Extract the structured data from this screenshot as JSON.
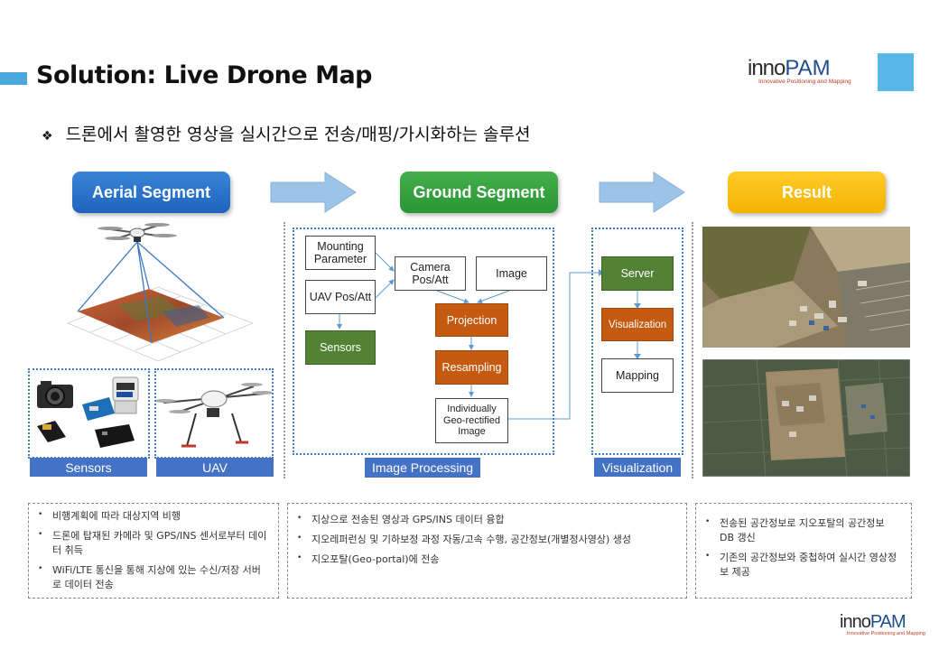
{
  "header": {
    "title": "Solution: Live Drone Map",
    "subtitle": "드론에서 촬영한 영상을 실시간으로 전송/매핑/가시화하는 솔루션",
    "logo_inno": "inno",
    "logo_pam": "PAM",
    "logo_tagline": "Innovative Positioning and Mapping"
  },
  "segments": {
    "aerial": "Aerial Segment",
    "ground": "Ground Segment",
    "result": "Result"
  },
  "captions": {
    "sensors": "Sensors",
    "uav": "UAV",
    "image_processing": "Image Processing",
    "visualization": "Visualization"
  },
  "image_processing": {
    "mounting": "Mounting Parameter",
    "uav_pos": "UAV Pos/Att",
    "sensors": "Sensors",
    "camera_pos": "Camera Pos/Att",
    "image": "Image",
    "projection": "Projection",
    "resampling": "Resampling",
    "geo_rectified": "Individually Geo-rectified Image"
  },
  "visualization_flow": {
    "server": "Server",
    "visualization": "Visualization",
    "mapping": "Mapping"
  },
  "descriptions": {
    "aerial": [
      "비행계획에 따라 대상지역 비행",
      "드론에 탑재된 카메라 및 GPS/INS 센서로부터 데이터 취득",
      "WiFi/LTE 통신을 통해 지상에 있는 수신/저장 서버로 데이터 전송"
    ],
    "ground": [
      "지상으로 전송된 영상과 GPS/INS 데이터 융합",
      "지오레퍼런싱 및 기하보정 과정 자동/고속 수행, 공간정보(개별정사영상) 생성",
      "지오포탈(Geo-portal)에 전송"
    ],
    "result": [
      "전송된 공간정보로 지오포탈의 공간정보 DB 갱신",
      "기존의 공간정보와 중첩하여 실시간 영상정보 제공"
    ]
  },
  "colors": {
    "aerial": "#2a73cc",
    "ground": "#35a33e",
    "result": "#f7bd16",
    "caption": "#4472c4",
    "process_green": "#548235",
    "process_orange": "#c55a11",
    "arrow": "#9dc3e6"
  },
  "icons": [
    "arrow-right-icon",
    "drone-icon",
    "camera-icon",
    "gps-module-icon",
    "circuit-board-icon",
    "lidar-sensor-icon"
  ]
}
